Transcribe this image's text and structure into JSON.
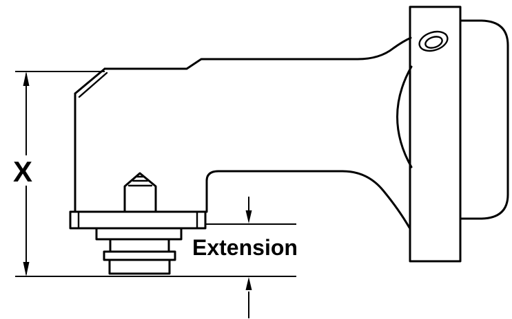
{
  "figure": {
    "type": "technical-line-drawing",
    "colors": {
      "background": "#ffffff",
      "line": "#000000"
    }
  },
  "labels": {
    "x_dimension": "X",
    "extension_dimension": "Extension"
  }
}
